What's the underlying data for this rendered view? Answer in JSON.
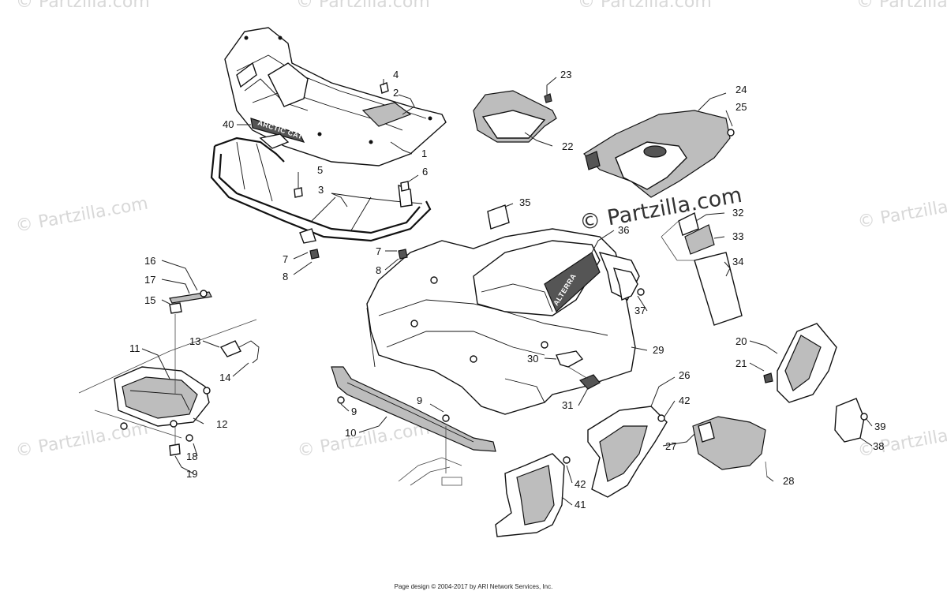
{
  "watermarks": {
    "faint": "© Partzilla.com",
    "center": "© Partzilla.com"
  },
  "part_logos": {
    "rack": "ARCTIC CAT",
    "hood": "ALTERRA"
  },
  "callouts": [
    "1",
    "2",
    "3",
    "4",
    "5",
    "6",
    "7",
    "7",
    "8",
    "8",
    "9",
    "9",
    "10",
    "11",
    "12",
    "13",
    "14",
    "15",
    "16",
    "17",
    "18",
    "19",
    "20",
    "21",
    "22",
    "23",
    "24",
    "25",
    "26",
    "27",
    "28",
    "29",
    "30",
    "31",
    "32",
    "33",
    "34",
    "35",
    "36",
    "37",
    "38",
    "39",
    "40",
    "41",
    "42",
    "42"
  ],
  "footer": "Page design © 2004-2017 by ARI Network Services, Inc.",
  "colors": {
    "line": "#111111",
    "panel_dark": "#555555",
    "panel_mid": "#bdbdbd",
    "watermark": "#d8d8d8",
    "background": "#ffffff"
  }
}
